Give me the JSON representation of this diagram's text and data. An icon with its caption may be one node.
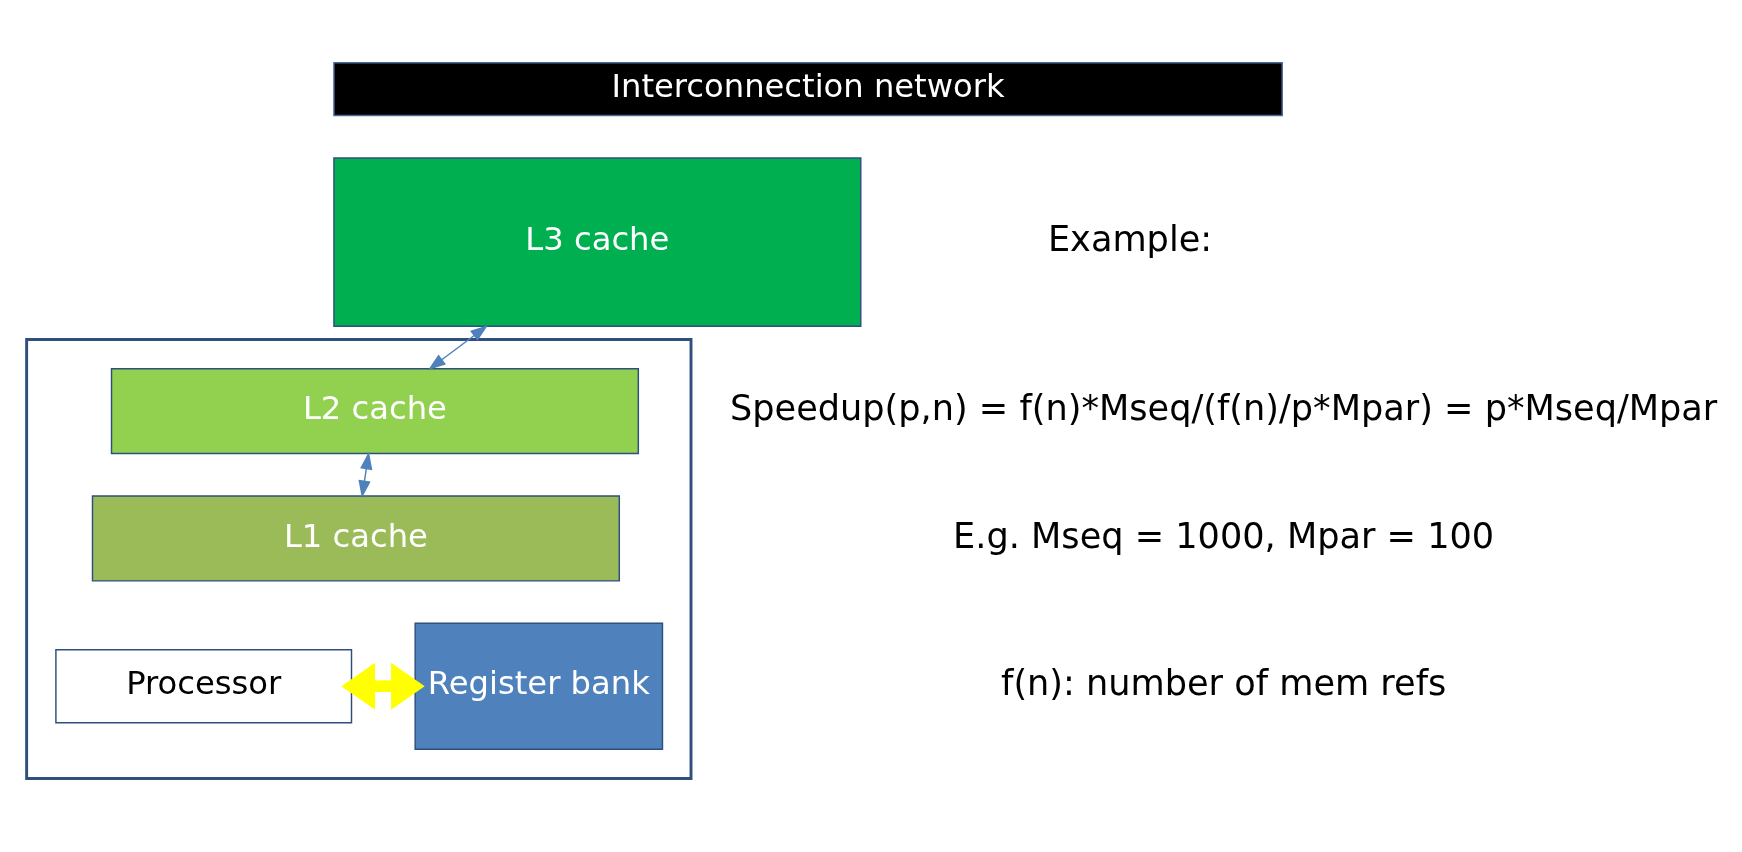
{
  "diagram": {
    "nodes": [
      {
        "text": [
          "Interconnection network"
        ]
      },
      {
        "text": [
          "L3 cache"
        ]
      },
      {
        "text": [],
        "shape": "box"
      },
      {
        "text": [
          "L2 cache"
        ],
        "in": 2
      },
      {
        "text": [
          "L1 cache"
        ],
        "in": 2
      },
      {
        "text": [
          "Processor"
        ],
        "in": 2
      },
      {
        "text": [
          "Register bank"
        ],
        "in": 2
      }
    ],
    "edges": [
      {
        "from": 1,
        "to": 3,
        "arrow": "both"
      },
      {
        "from": 3,
        "to": 4,
        "arrow": "both"
      },
      {
        "from": 5,
        "to": 6,
        "arrow": "both",
        "style": "thick",
        "color": "#ffff00"
      }
    ],
    "labels": [
      "Example:",
      "Speedup(p,n) = f(n)*Mseq/(f(n)/p*Mpar) = p*Mseq/Mpar",
      "E.g. Mseq = 1000, Mpar = 100",
      "f(n): number of mem refs"
    ]
  }
}
